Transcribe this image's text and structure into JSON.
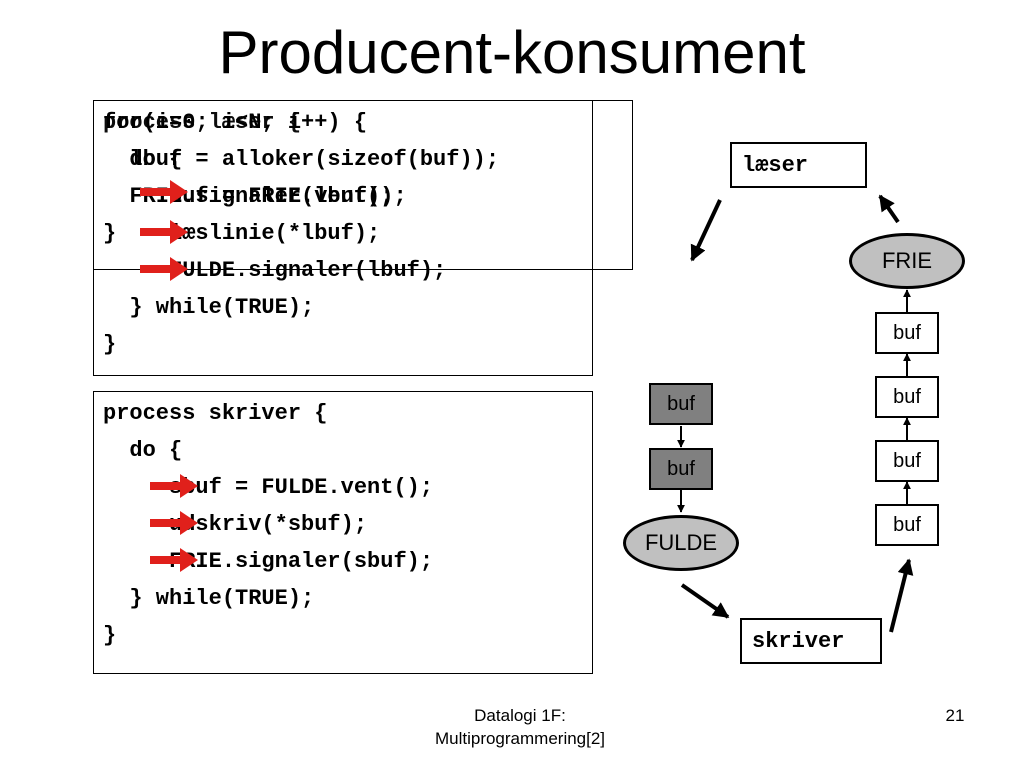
{
  "slide": {
    "title": "Producent-konsument",
    "footer_line1": "Datalogi 1F:",
    "footer_line2": "Multiprogrammering[2]",
    "page_number": "21"
  },
  "overlay_box": {
    "lines": [
      "for(i=0; i<N; i++) {",
      "  lbuf = alloker(sizeof(buf));",
      "  FRIE.signaler(lbuf);",
      "}"
    ]
  },
  "laeser_box": {
    "lines": [
      "process læser {",
      "  do {",
      "     buf = FRIE.vent();",
      "     læslinie(*lbuf);",
      "     FULDE.signaler(lbuf);",
      "  } while(TRUE);",
      "}"
    ]
  },
  "skriver_box": {
    "lines": [
      "process skriver {",
      "  do {",
      "     sbuf = FULDE.vent();",
      "     udskriv(*sbuf);",
      "     FRIE.signaler(sbuf);",
      "  } while(TRUE);",
      "}"
    ]
  },
  "diagram": {
    "laeser_label": "læser",
    "skriver_label": "skriver",
    "frie_label": "FRIE",
    "fulde_label": "FULDE",
    "buf_label": "buf",
    "arrow_color": "#e0201b",
    "dark_buf_color": "#808080",
    "ellipse_color": "#c0c0c0"
  }
}
